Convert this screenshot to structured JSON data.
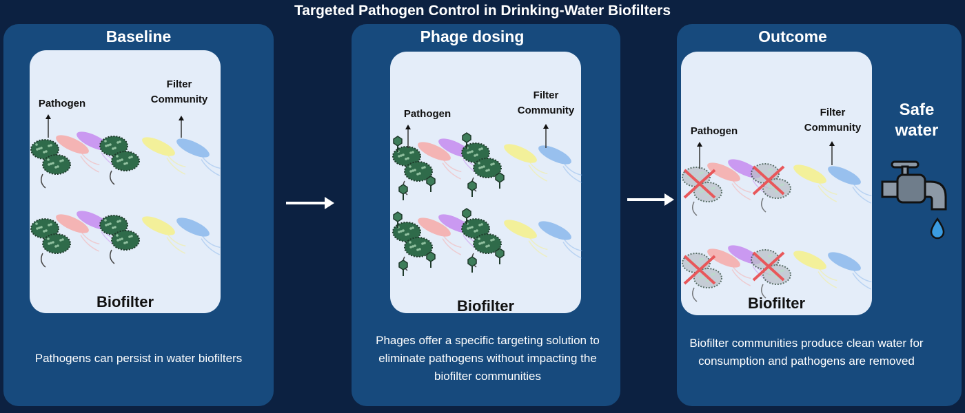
{
  "title": "Targeted Pathogen Control in Drinking-Water Biofilters",
  "panels": [
    {
      "heading": "Baseline",
      "pathogen_label": "Pathogen",
      "community_label": "Filter Community",
      "box_label": "Biofilter",
      "caption": "Pathogens can persist in water biofilters",
      "state": "baseline"
    },
    {
      "heading": "Phage dosing",
      "pathogen_label": "Pathogen",
      "community_label": "Filter Community",
      "box_label": "Biofilter",
      "caption": "Phages offer a specific targeting solution to eliminate pathogens without impacting the biofilter communities",
      "state": "phage"
    },
    {
      "heading": "Outcome",
      "pathogen_label": "Pathogen",
      "community_label": "Filter Community",
      "box_label": "Biofilter",
      "caption": "Biofilter communities produce clean water for consumption and pathogens are removed",
      "state": "removed"
    }
  ],
  "safe_water": "Safe water",
  "icons": {
    "arrow": "right-arrow-icon",
    "tap": "water-tap-icon",
    "drop": "water-drop-icon"
  },
  "colors": {
    "background": "#0c2141",
    "panel": "#174a7d",
    "box": "#e4edf9",
    "pathogen": "#2f6b4a",
    "x_mark": "#e8575a",
    "drop": "#3a9be0"
  }
}
